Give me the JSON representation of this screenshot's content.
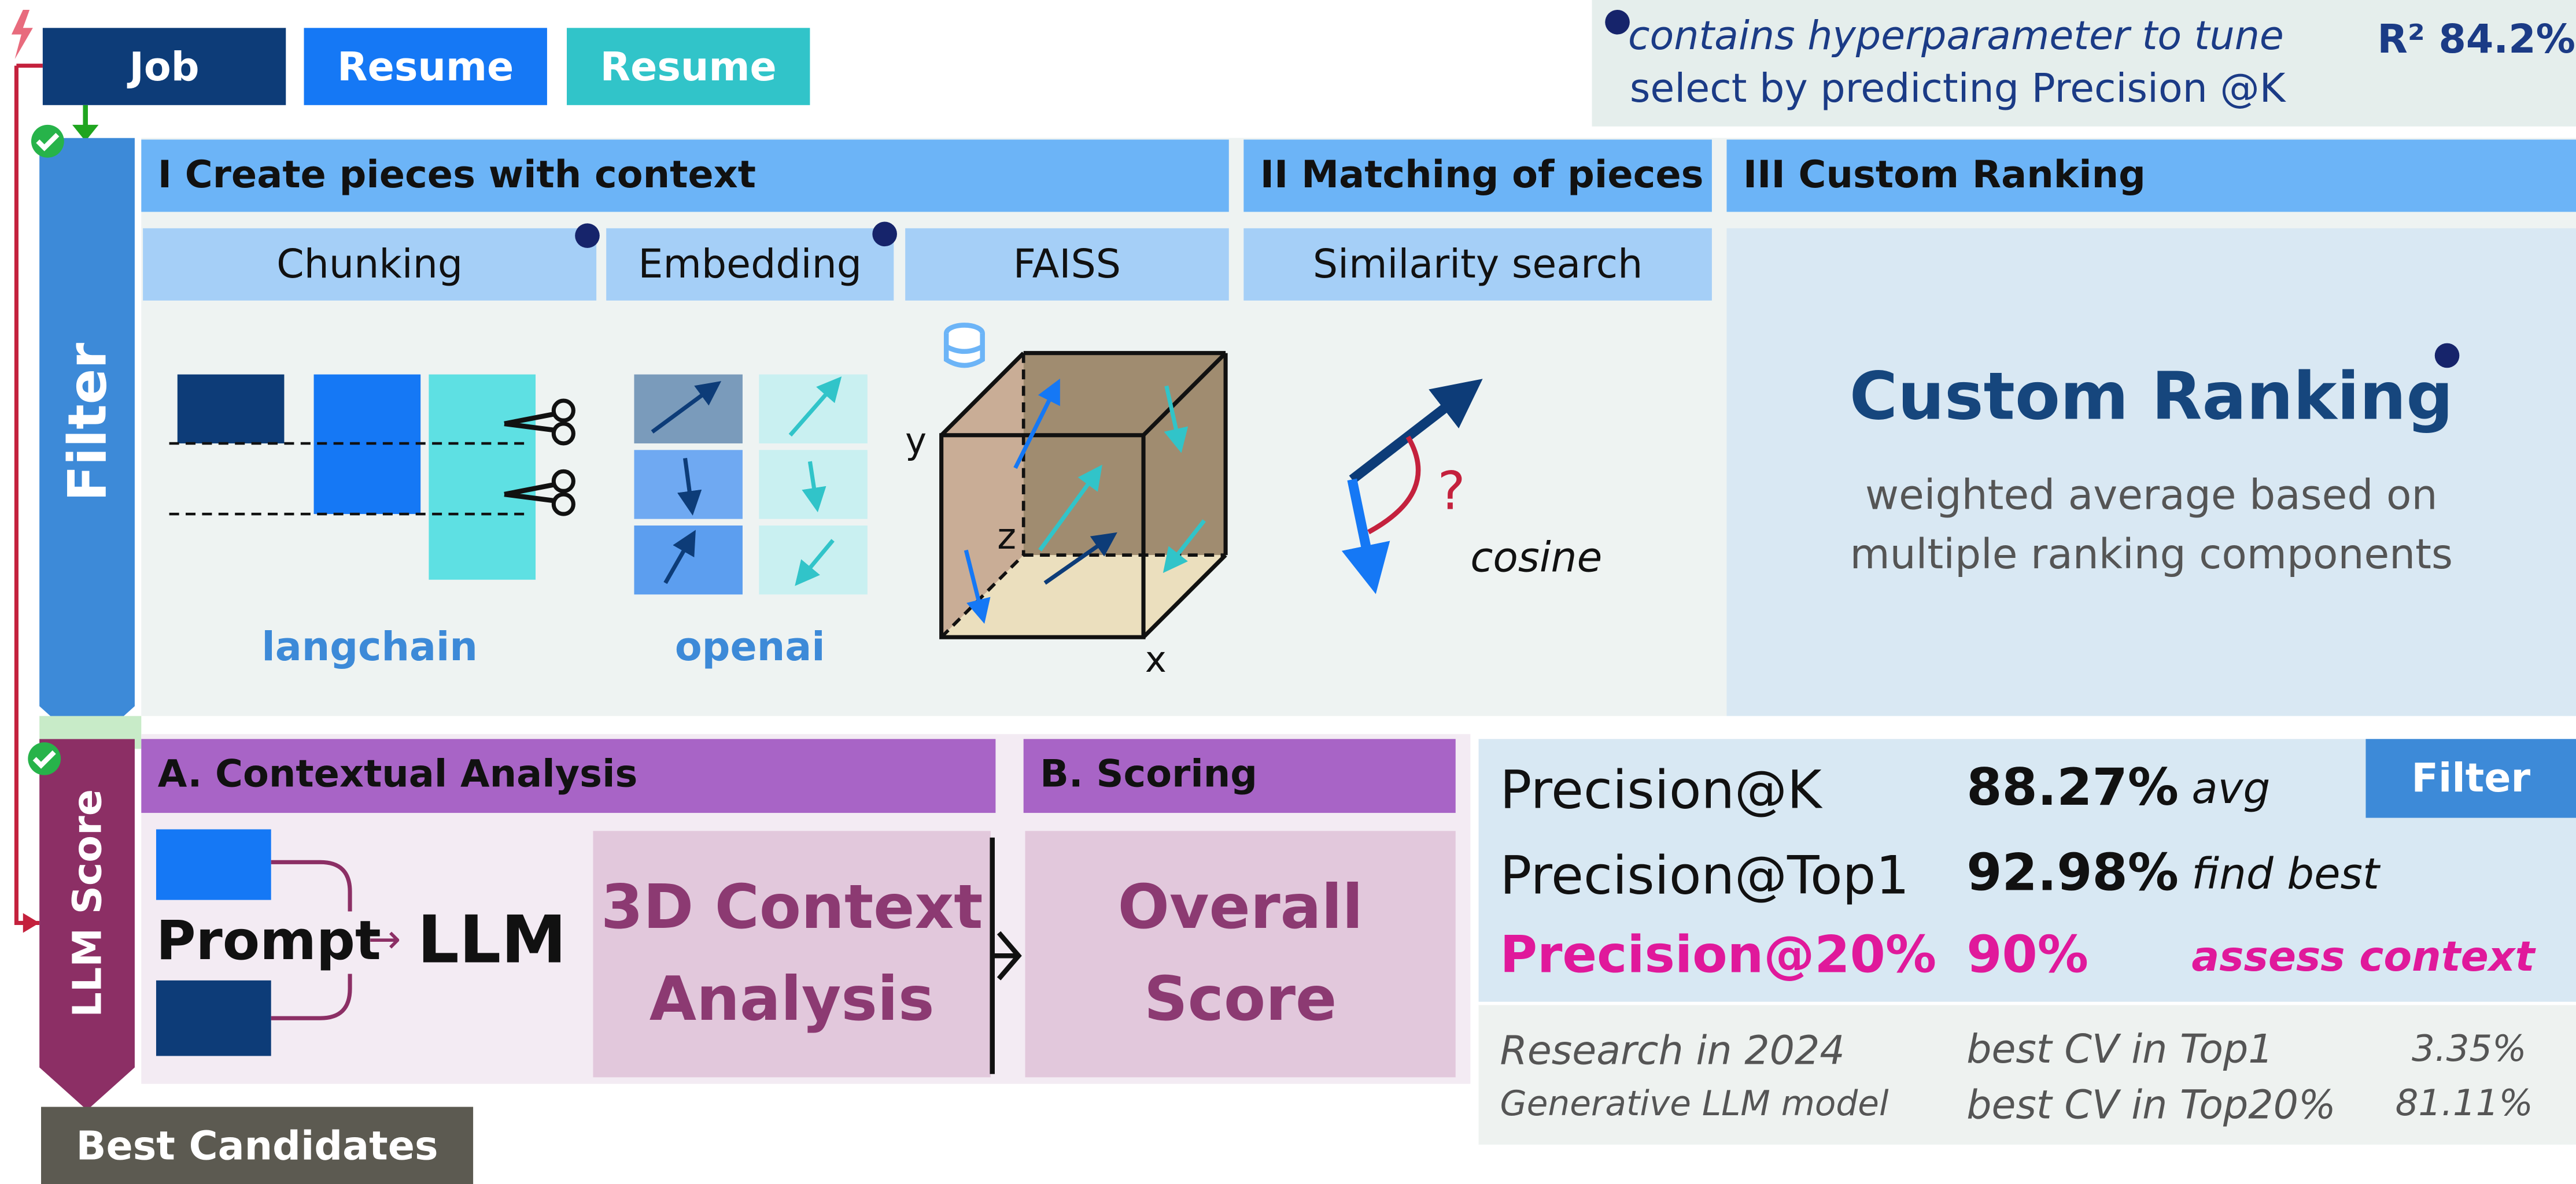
{
  "top_buttons": {
    "job": "Job",
    "resume1": "Resume",
    "resume2": "Resume"
  },
  "note": {
    "line1": "contains hyperparameter to tune",
    "line2": "select by predicting Precision @K",
    "r2": "R² 84.2%"
  },
  "filter_stage": {
    "label": "Filter",
    "section1": "I Create pieces with context",
    "section2": "II Matching of pieces",
    "section3": "III Custom Ranking",
    "chunking": "Chunking",
    "embedding": "Embedding",
    "faiss": "FAISS",
    "similarity": "Similarity search",
    "langchain": "langchain",
    "openai": "openai",
    "axis_y": "y",
    "axis_z": "z",
    "axis_x": "x",
    "question": "?",
    "cosine": "cosine",
    "custom_title": "Custom Ranking",
    "custom_desc_1": "weighted average based on",
    "custom_desc_2": "multiple ranking components"
  },
  "llm_stage": {
    "label": "LLM Score",
    "section_a": "A. Contextual Analysis",
    "section_b": "B. Scoring",
    "prompt": "Prompt",
    "arrow": "→",
    "llm": "LLM",
    "analysis_1": "3D Context",
    "analysis_2": "Analysis",
    "score_1": "Overall",
    "score_2": "Score"
  },
  "results": {
    "tag": "Filter",
    "rows": [
      {
        "metric": "Precision@K",
        "value": "88.27%",
        "note": "avg"
      },
      {
        "metric": "Precision@Top1",
        "value": "92.98%",
        "note": "find best"
      },
      {
        "metric": "Precision@20%",
        "value": "90%",
        "note": "assess context"
      }
    ],
    "research_1": "Research in 2024",
    "research_2": "Generative LLM model",
    "cv_1": "best CV in Top1",
    "cv_1_val": "3.35%",
    "cv_2": "best CV in Top20%",
    "cv_2_val": "81.11%"
  },
  "best_candidates": "Best Candidates",
  "colors": {
    "navy": "#0d3c78",
    "blue": "#1578f5",
    "teal": "#31c4c9",
    "stage_blue": "#3d8ad8",
    "header_blue": "#6cb4f7",
    "purple": "#a864c6",
    "plum": "#8c3a72",
    "magenta": "#e0199b",
    "maroon": "#8c2f65"
  }
}
